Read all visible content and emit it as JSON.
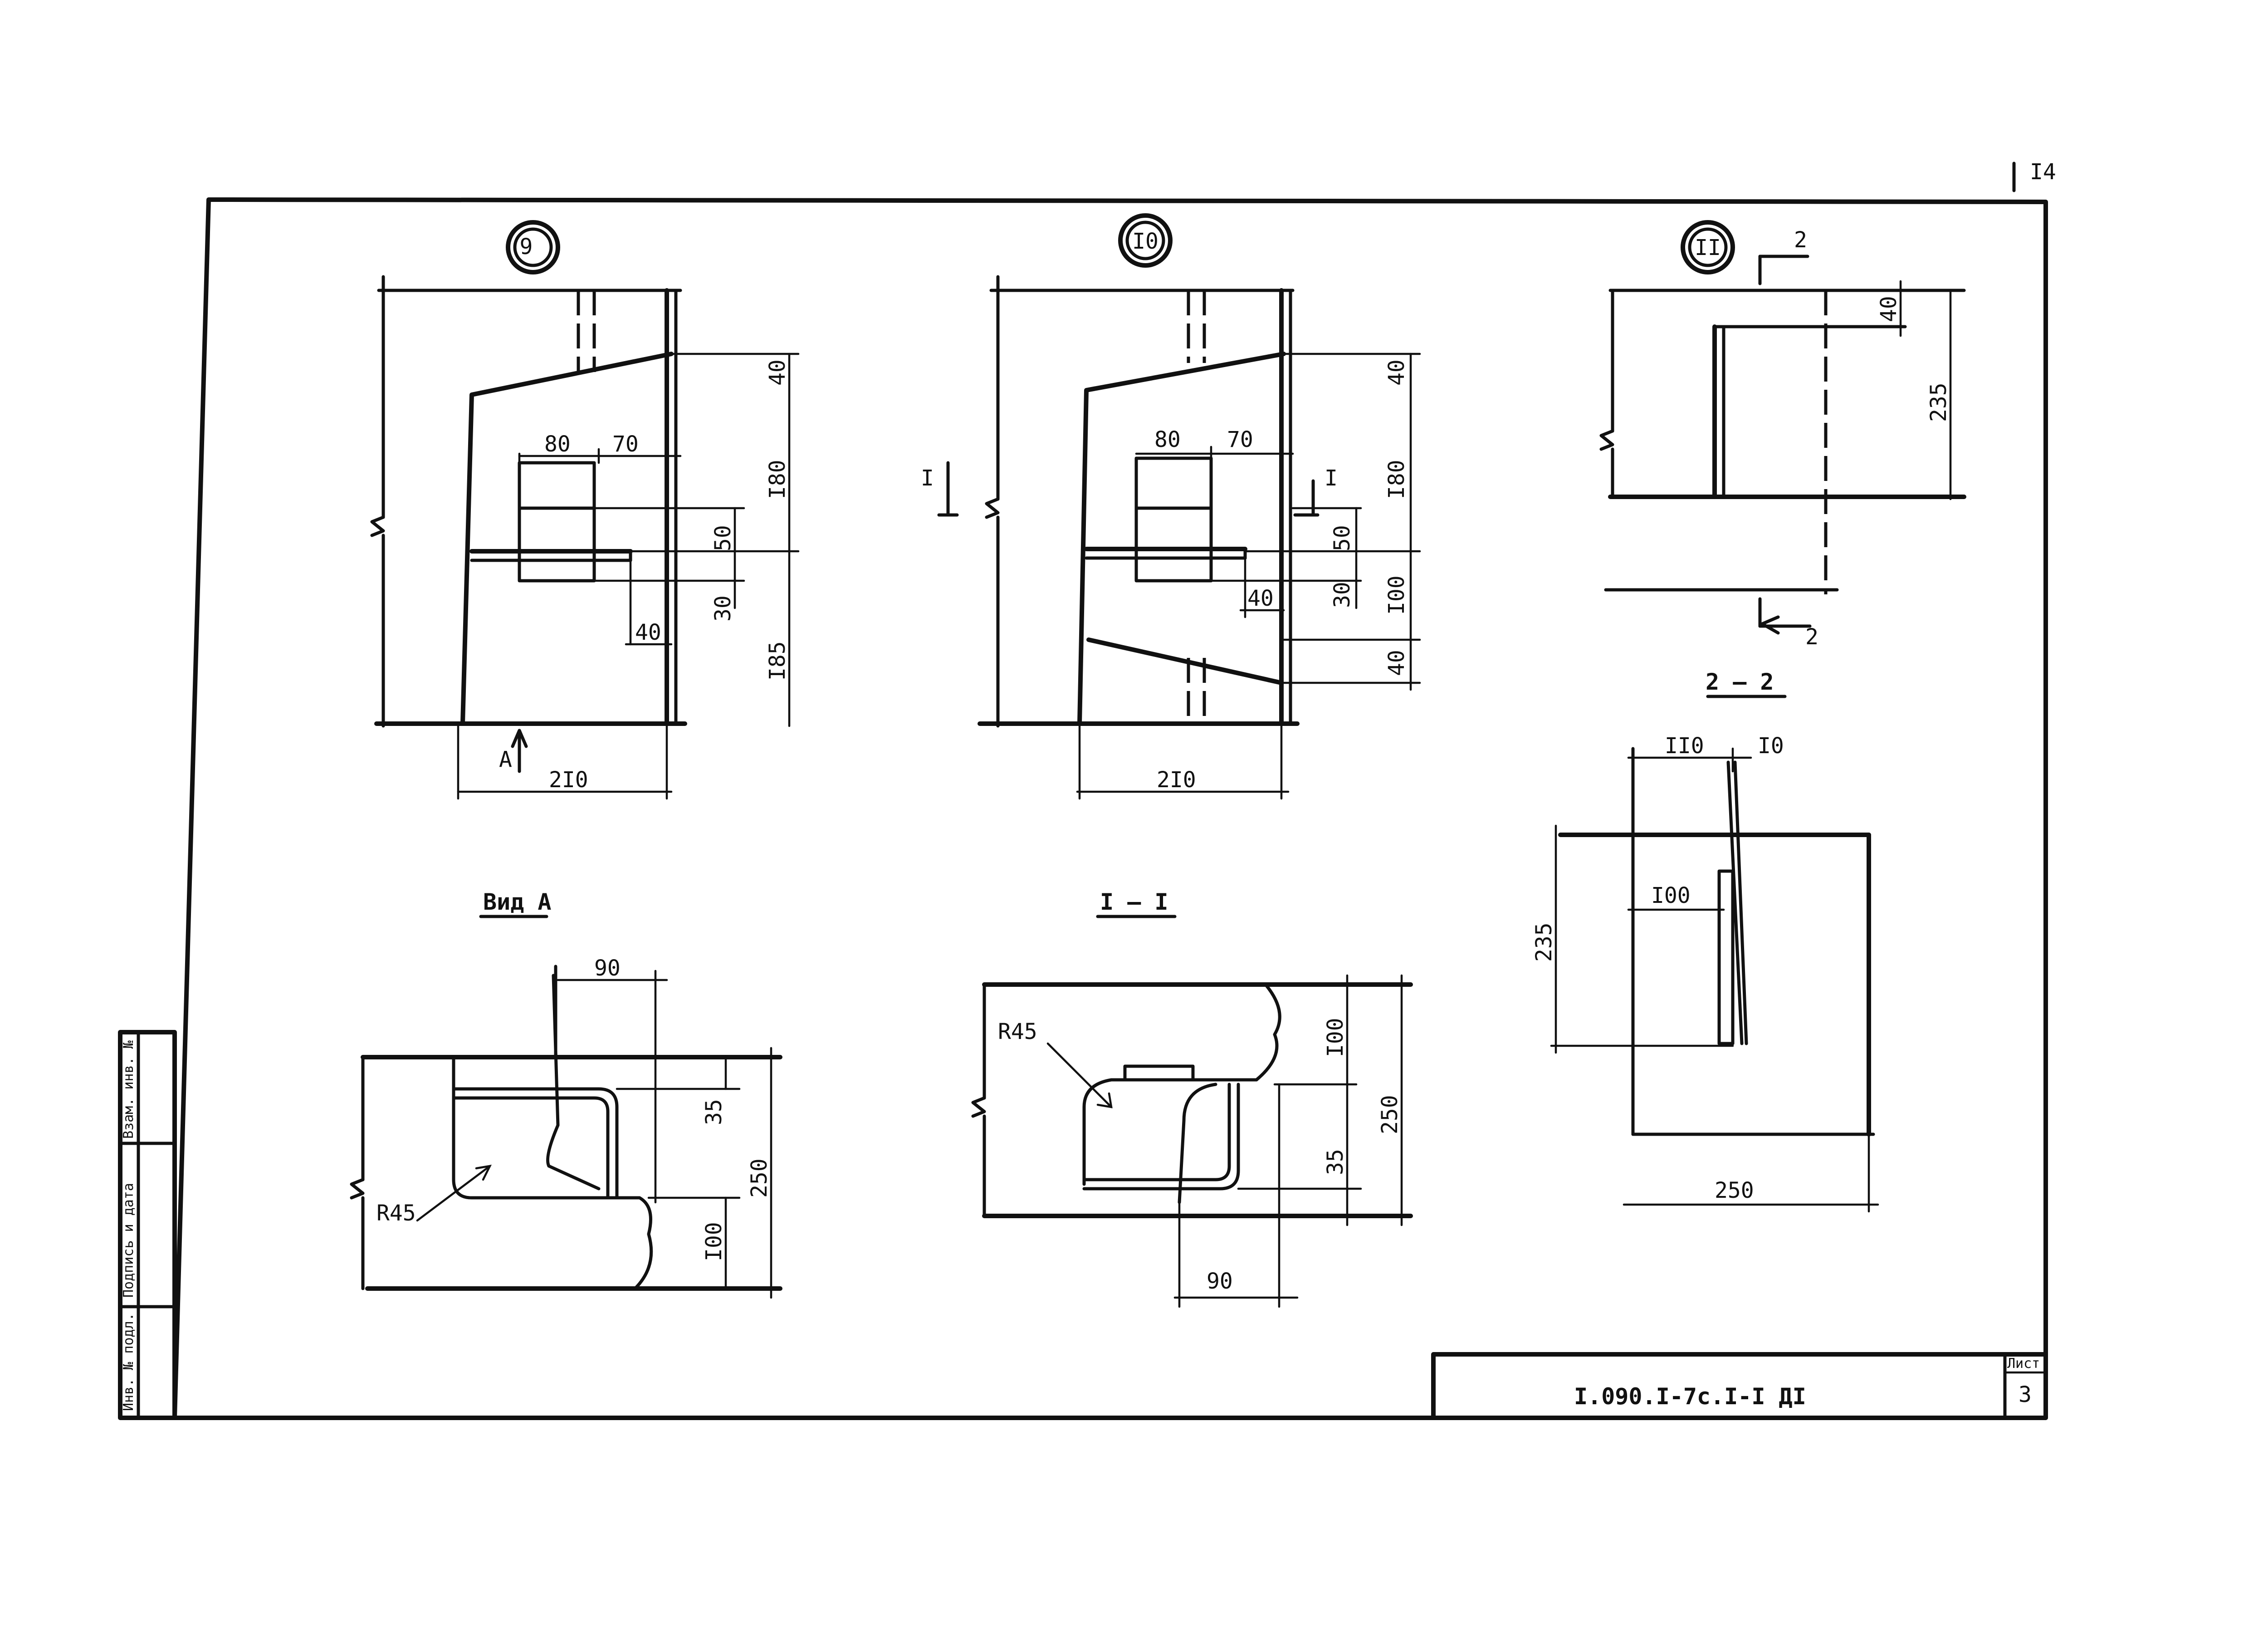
{
  "sheet": {
    "page_number": "I4",
    "designation": "I.090.I-7c.I-I ДI",
    "sheet_label": "Лист",
    "sheet_number": "3",
    "side_stamp": {
      "col1": "Инв. № подл.",
      "col2": "Подпись и дата",
      "col3": "Взам. инв. №"
    }
  },
  "details": {
    "d9": {
      "marker": "9",
      "dims": {
        "top_width": "80",
        "top_right": "70",
        "h_top": "40",
        "h_mid": "I80",
        "h_bot": "I85",
        "d50": "50",
        "d30": "30",
        "d40": "40",
        "width": "2I0"
      },
      "view_ref": "A"
    },
    "d10": {
      "marker": "I0",
      "dims": {
        "top_width": "80",
        "top_right": "70",
        "h_top": "40",
        "h_mid": "I80",
        "h_100": "I00",
        "h_bot": "40",
        "d50": "50",
        "d30": "30",
        "d40": "40",
        "width": "2I0"
      },
      "cut_mark": "I"
    },
    "d11": {
      "marker": "II",
      "dims": {
        "d40": "40",
        "h": "235"
      },
      "cut_mark": "2"
    }
  },
  "views": {
    "view_a": {
      "title": "Вид А",
      "dims": {
        "w90": "90",
        "d35": "35",
        "d100": "I00",
        "d250": "250",
        "radius": "R45"
      }
    },
    "section_1": {
      "title": "I – I",
      "dims": {
        "d100": "I00",
        "d35": "35",
        "d250": "250",
        "w90": "90",
        "radius": "R45"
      }
    },
    "section_2": {
      "title": "2 – 2",
      "dims": {
        "w110": "II0",
        "w10": "I0",
        "w100": "I00",
        "h235": "235",
        "w250": "250"
      }
    }
  }
}
